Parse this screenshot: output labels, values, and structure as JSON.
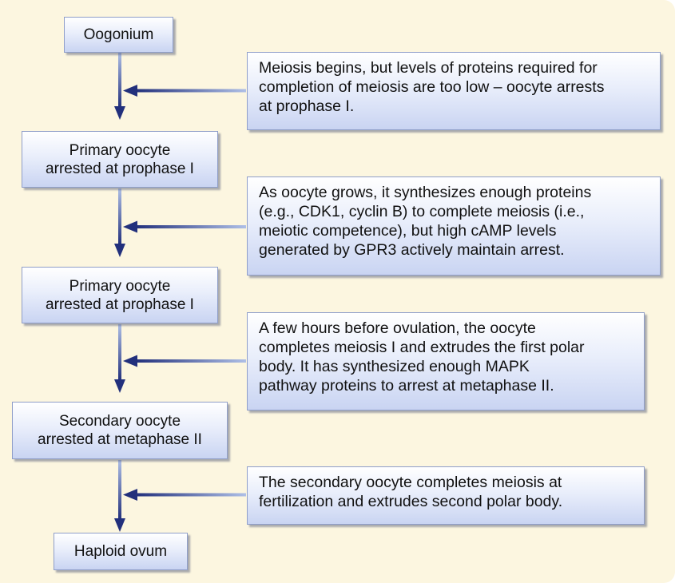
{
  "stages": [
    "Oogonium",
    "Primary oocyte\narrested at prophase I",
    "Primary oocyte\narrested at prophase I",
    "Secondary oocyte\narrested at metaphase II",
    "Haploid ovum"
  ],
  "notes": [
    "Meiosis begins, but levels of proteins required for\ncompletion of meiosis are too low – oocyte arrests\nat prophase I.",
    "As oocyte grows, it synthesizes enough proteins\n(e.g., CDK1, cyclin B) to complete meiosis (i.e.,\nmeiotic competence), but high cAMP levels\ngenerated by GPR3 actively maintain arrest.",
    "A few hours before ovulation, the oocyte\ncompletes meiosis I and extrudes the first polar\nbody. It has synthesized enough MAPK\npathway proteins to arrest at metaphase II.",
    "The secondary oocyte completes meiosis at\nfertilization and extrudes second polar body."
  ],
  "colors": {
    "background": "#fcf6e0",
    "arrow": "#22307c",
    "connector": "#8aa0d6",
    "box_border": "#8f9ec9"
  }
}
